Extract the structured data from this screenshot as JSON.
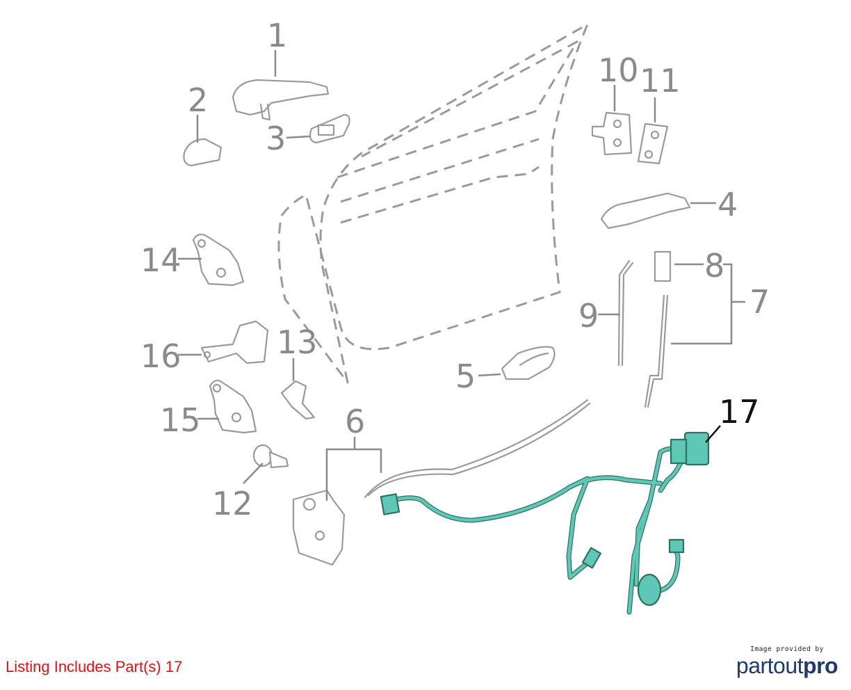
{
  "diagram": {
    "callouts": [
      {
        "id": "1",
        "text": "1",
        "highlighted": false
      },
      {
        "id": "2",
        "text": "2",
        "highlighted": false
      },
      {
        "id": "3",
        "text": "3",
        "highlighted": false
      },
      {
        "id": "4",
        "text": "4",
        "highlighted": false
      },
      {
        "id": "5",
        "text": "5",
        "highlighted": false
      },
      {
        "id": "6",
        "text": "6",
        "highlighted": false
      },
      {
        "id": "7",
        "text": "7",
        "highlighted": false
      },
      {
        "id": "8",
        "text": "8",
        "highlighted": false
      },
      {
        "id": "9",
        "text": "9",
        "highlighted": false
      },
      {
        "id": "10",
        "text": "10",
        "highlighted": false
      },
      {
        "id": "11",
        "text": "11",
        "highlighted": false
      },
      {
        "id": "12",
        "text": "12",
        "highlighted": false
      },
      {
        "id": "13",
        "text": "13",
        "highlighted": false
      },
      {
        "id": "14",
        "text": "14",
        "highlighted": false
      },
      {
        "id": "15",
        "text": "15",
        "highlighted": false
      },
      {
        "id": "16",
        "text": "16",
        "highlighted": false
      },
      {
        "id": "17",
        "text": "17",
        "highlighted": true
      }
    ],
    "colors": {
      "parts_outline": "#9a9a9a",
      "callout_text": "#8a8a8a",
      "highlight_text": "#111111",
      "harness_fill": "#5fc7b5",
      "harness_outline": "#2f6f64"
    }
  },
  "footer": {
    "listing_text": "Listing Includes Part(s) 17",
    "listing_color": "#e01010"
  },
  "branding": {
    "caption": "Image provided by",
    "name_part1": "partout",
    "name_part2": "pro"
  }
}
